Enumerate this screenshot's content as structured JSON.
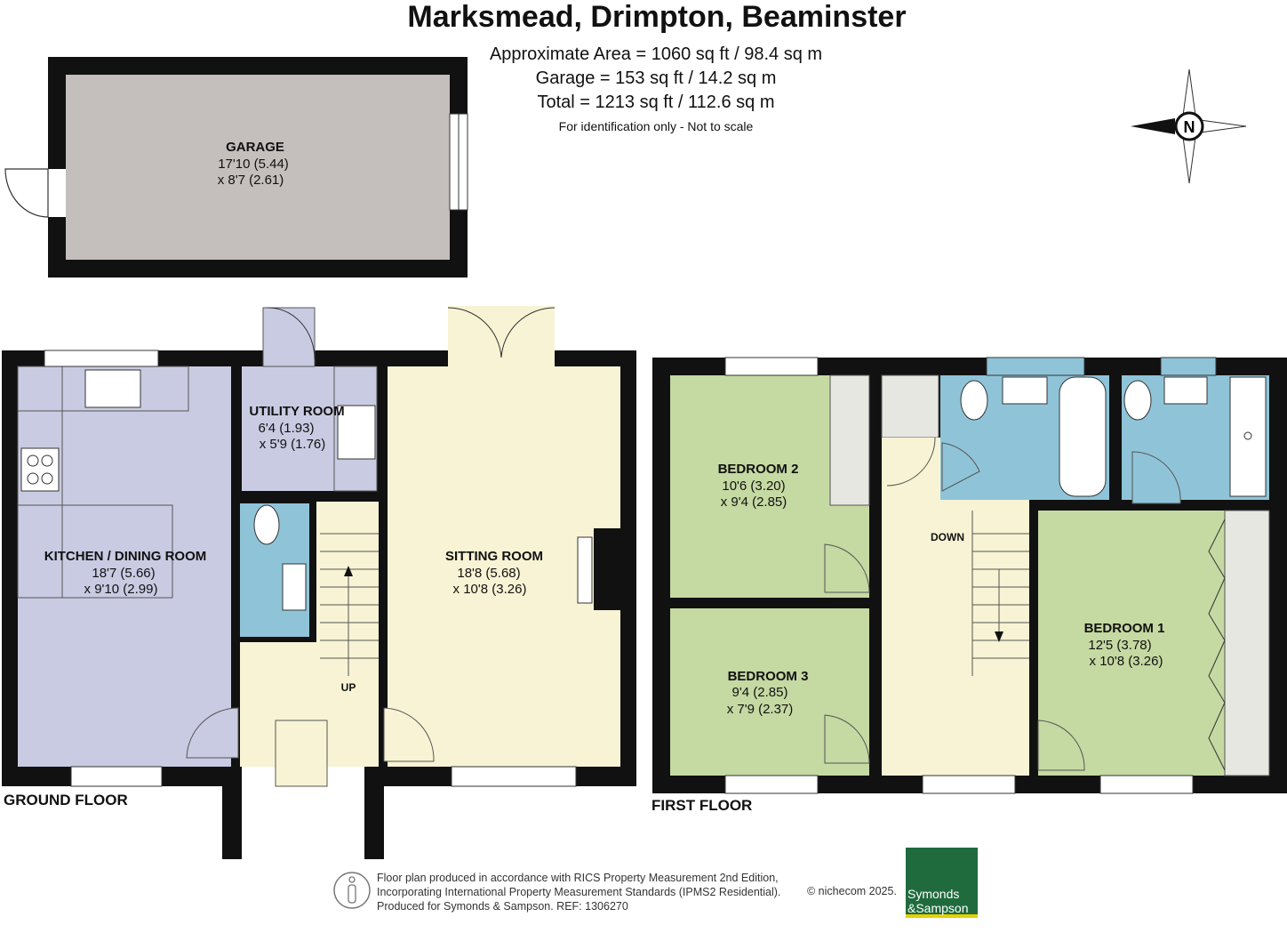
{
  "title": "Marksmead, Drimpton, Beaminster",
  "areas": {
    "approx": "Approximate Area = 1060 sq ft / 98.4 sq m",
    "garage": "Garage = 153 sq ft / 14.2 sq m",
    "total": "Total = 1213 sq ft / 112.6 sq m",
    "note": "For identification only - Not to scale"
  },
  "compass": {
    "label": "N"
  },
  "floors": {
    "ground": "GROUND FLOOR",
    "first": "FIRST FLOOR"
  },
  "rooms": {
    "garage": {
      "name": "GARAGE",
      "dim1": "17'10 (5.44)",
      "dim2": "x 8'7 (2.61)"
    },
    "kitchen": {
      "name": "KITCHEN / DINING ROOM",
      "dim1": "18'7 (5.66)",
      "dim2": "x 9'10 (2.99)"
    },
    "utility": {
      "name": "UTILITY ROOM",
      "dim1": "6'4 (1.93)",
      "dim2": "x 5'9 (1.76)"
    },
    "sitting": {
      "name": "SITTING ROOM",
      "dim1": "18'8 (5.68)",
      "dim2": "x 10'8 (3.26)"
    },
    "bedroom2": {
      "name": "BEDROOM 2",
      "dim1": "10'6 (3.20)",
      "dim2": "x 9'4 (2.85)"
    },
    "bedroom3": {
      "name": "BEDROOM 3",
      "dim1": "9'4 (2.85)",
      "dim2": "x 7'9 (2.37)"
    },
    "bedroom1": {
      "name": "BEDROOM 1",
      "dim1": "12'5 (3.78)",
      "dim2": "x 10'8 (3.26)"
    }
  },
  "stairs": {
    "up": "UP",
    "down": "DOWN"
  },
  "colors": {
    "garage": "#c4bfbd",
    "kitchen": "#c9cbe2",
    "hall": "#f7f3d4",
    "bathroom": "#8fc4d8",
    "bedroom": "#c5d9a2",
    "wall": "#111111"
  },
  "footer": {
    "line1": "Floor plan produced in accordance with RICS Property Measurement 2nd Edition,",
    "line2": "Incorporating International Property Measurement Standards (IPMS2 Residential).",
    "line3": "Produced for Symonds & Sampson.    REF:  1306270",
    "copyright": "© nichecom 2025.",
    "logo_line1": "Symonds",
    "logo_line2": "&Sampson"
  }
}
